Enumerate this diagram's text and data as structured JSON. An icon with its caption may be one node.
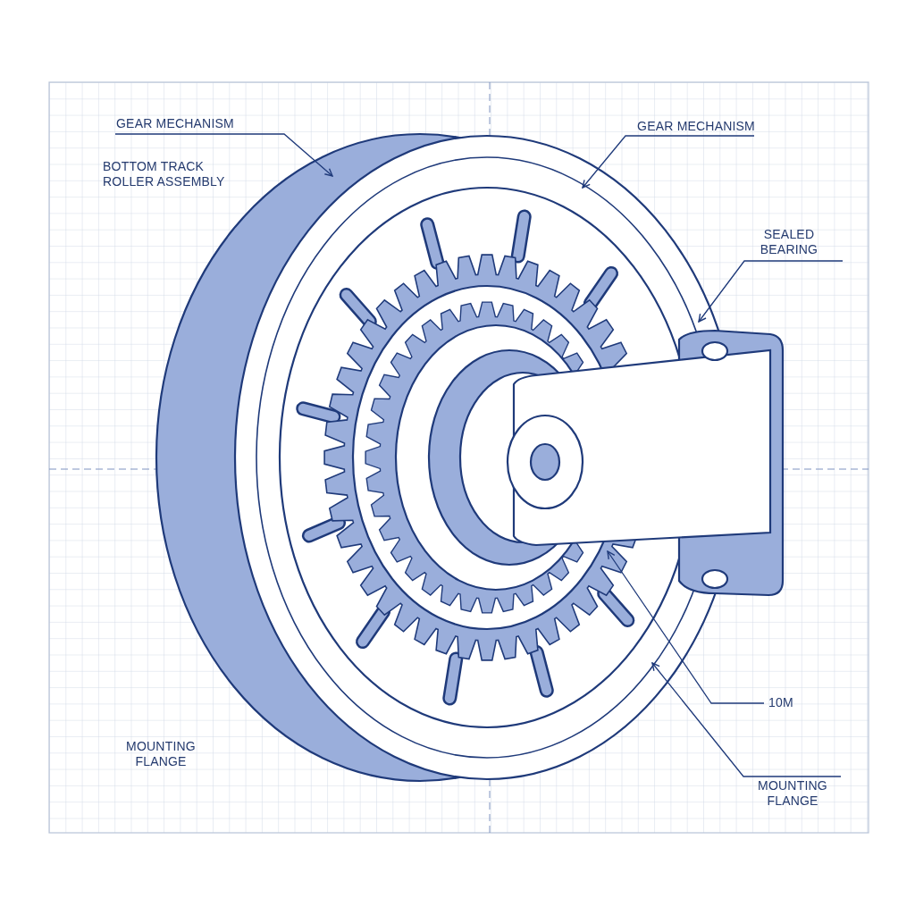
{
  "diagram": {
    "nodes": [
      {
        "text": [
          "GEAR MECHANISM"
        ]
      },
      {
        "text": [
          "GEAR MECHANISM"
        ]
      },
      {
        "text": [
          "SEALED BEARING"
        ]
      },
      {
        "text": [
          "10M"
        ]
      },
      {
        "text": [
          "MOUNTING FLANGE"
        ]
      }
    ],
    "edges": [
      {
        "from": 0,
        "to": null,
        "arrow": "to"
      },
      {
        "from": 1,
        "to": null,
        "arrow": "to"
      },
      {
        "from": 2,
        "to": null,
        "arrow": "to"
      },
      {
        "from": 3,
        "to": null,
        "arrow": "to"
      },
      {
        "from": 4,
        "to": null,
        "arrow": "to"
      }
    ],
    "labels": [
      "BOTTOM TRACK ROLLER ASSEMBLY",
      "MOUNTING FLANGE"
    ]
  }
}
